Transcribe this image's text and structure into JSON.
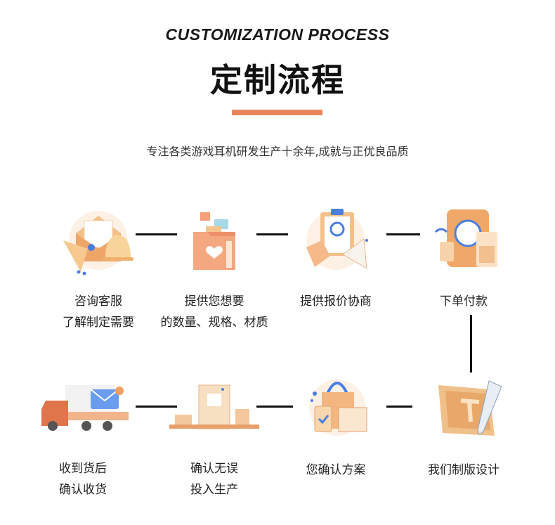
{
  "header": {
    "title_en": "CUSTOMIZATION PROCESS",
    "title_cn": "定制流程",
    "subtitle": "专注各类游戏耳机研发生产十余年,成就与正优良品质",
    "accent_color": "#e8865a"
  },
  "steps": [
    {
      "line1": "咨询客服",
      "line2": "了解制定需要",
      "icon": "envelope-bell-icon"
    },
    {
      "line1": "提供您想要",
      "line2": "的数量、规格、材质",
      "icon": "folder-icon"
    },
    {
      "line1": "提供报价协商",
      "line2": "",
      "icon": "clipboard-megaphone-icon"
    },
    {
      "line1": "下单付款",
      "line2": "",
      "icon": "payment-terminal-icon"
    },
    {
      "line1": "我们制版设计",
      "line2": "",
      "icon": "design-drafting-icon"
    },
    {
      "line1": "您确认方案",
      "line2": "",
      "icon": "shopping-bag-icon"
    },
    {
      "line1": "确认无误",
      "line2": "投入生产",
      "icon": "production-line-icon"
    },
    {
      "line1": "收到货后",
      "line2": "确认收货",
      "icon": "delivery-truck-icon"
    }
  ]
}
